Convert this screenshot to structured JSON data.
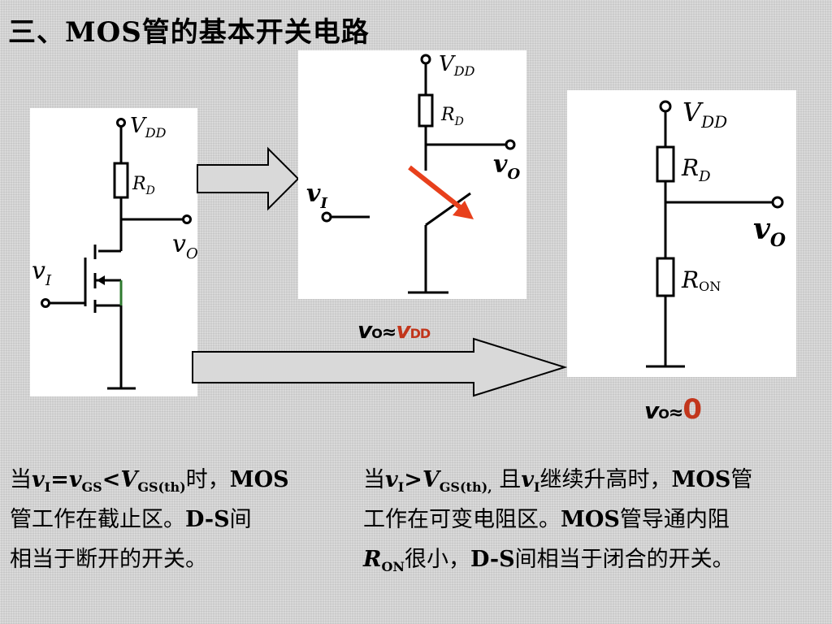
{
  "title": "三、MOS管的基本开关电路",
  "circuits": {
    "vdd_label": "V",
    "vdd_sub": "DD",
    "rd_label": "R",
    "rd_sub": "D",
    "vo_label": "v",
    "vo_sub": "O",
    "vi_label": "v",
    "vi_sub": "I",
    "ron_label": "R",
    "ron_sub": "ON"
  },
  "formula_mid": {
    "v1": "v",
    "s1": "O",
    "approx": "≈",
    "v2": "v",
    "s2": "DD"
  },
  "formula_right": {
    "v1": "v",
    "s1": "O",
    "approx": "≈",
    "zero": "0"
  },
  "left_paragraph": {
    "p1": "当",
    "vi": "v",
    "vi_sub": "I",
    "eq": "=",
    "vgs": "v",
    "vgs_sub": "GS",
    "lt": "<",
    "vth": "V",
    "vth_sub": "GS(th)",
    "p2": "时，",
    "mos": "MOS",
    "line2a": "管工作在截止区。",
    "ds": "D-S",
    "line2b": "间",
    "line3": "相当于断开的开关。"
  },
  "right_paragraph": {
    "p1": "当",
    "vi": "v",
    "vi_sub": "I",
    "gt": ">",
    "vth": "V",
    "vth_sub": "GS(th),",
    "p2": " 且",
    "vi2": "v",
    "vi2_sub": "I",
    "p3": "继续升高时，",
    "mos": "MOS",
    "p4": "管",
    "line2a": "工作在可变电阻区。",
    "mos2": "MOS",
    "line2b": "管导通内阻",
    "ron": "R",
    "ron_sub": "ON",
    "line3a": "很小，",
    "ds": "D-S",
    "line3b": "间相当于闭合的开关。"
  },
  "colors": {
    "accent_red": "#e8401c",
    "formula_red": "#c2361c",
    "arrow_fill": "#d9d9d9"
  }
}
